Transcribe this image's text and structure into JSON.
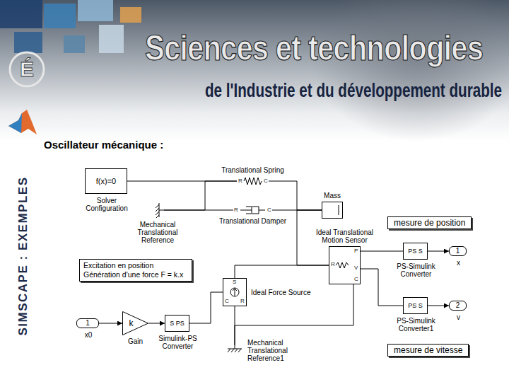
{
  "diagram": {
    "title": "Oscillateur mécanique :",
    "nodes": [
      {
        "text": [
          "f(x)=0",
          "Solver Configuration"
        ]
      },
      {
        "text": [
          "Mechanical Translational Reference"
        ]
      },
      {
        "text": [
          "Translational Spring"
        ]
      },
      {
        "text": [
          "Mass"
        ]
      },
      {
        "text": [
          "Translational Damper"
        ]
      },
      {
        "text": [
          "mesure de position"
        ]
      },
      {
        "text": [
          "Ideal Translational Motion Sensor"
        ]
      },
      {
        "text": [
          "PS S",
          "PS-Simulink Converter"
        ]
      },
      {
        "text": [
          "1",
          "x"
        ]
      },
      {
        "text": [
          "Excitation en position Génération d'une force F = k.x"
        ]
      },
      {
        "text": [
          "Ideal Force Source"
        ]
      },
      {
        "text": [
          "PS S",
          "PS-Simulink Converter1"
        ]
      },
      {
        "text": [
          "2",
          "v"
        ]
      },
      {
        "text": [
          "1",
          "x0"
        ]
      },
      {
        "text": [
          "k",
          "Gain"
        ]
      },
      {
        "text": [
          "S PS",
          "Simulink-PS Converter"
        ]
      },
      {
        "text": [
          "mesure de vitesse"
        ]
      },
      {
        "text": [
          "Mechanical Translational Reference1"
        ]
      }
    ],
    "edges": [
      {
        "from": 0,
        "to": 2,
        "arrow": "none"
      },
      {
        "from": 1,
        "to": 2,
        "arrow": "none"
      },
      {
        "from": 1,
        "to": 4,
        "arrow": "none"
      },
      {
        "from": 2,
        "to": 3,
        "arrow": "none"
      },
      {
        "from": 4,
        "to": 3,
        "arrow": "none"
      },
      {
        "from": 3,
        "to": 6,
        "arrow": "none"
      },
      {
        "from": 10,
        "to": 6,
        "arrow": "none"
      },
      {
        "from": 6,
        "to": 7,
        "arrow": "none"
      },
      {
        "from": 7,
        "to": 8,
        "arrow": "to"
      },
      {
        "from": 6,
        "to": 11,
        "arrow": "none"
      },
      {
        "from": 11,
        "to": 12,
        "arrow": "to"
      },
      {
        "from": 13,
        "to": 14,
        "arrow": "to"
      },
      {
        "from": 14,
        "to": 15,
        "arrow": "to"
      },
      {
        "from": 15,
        "to": 10,
        "arrow": "none"
      },
      {
        "from": 10,
        "to": 17,
        "arrow": "none"
      },
      {
        "from": 6,
        "to": 17,
        "arrow": "none"
      }
    ],
    "labels": [
      "Sciences et technologies",
      "de l'Industrie et du développement durable",
      "É",
      "SIMSCAPE : EXEMPLES",
      "R",
      "C",
      "R",
      "C",
      "P",
      "R",
      "V",
      "C",
      "S",
      "C",
      "R"
    ]
  }
}
